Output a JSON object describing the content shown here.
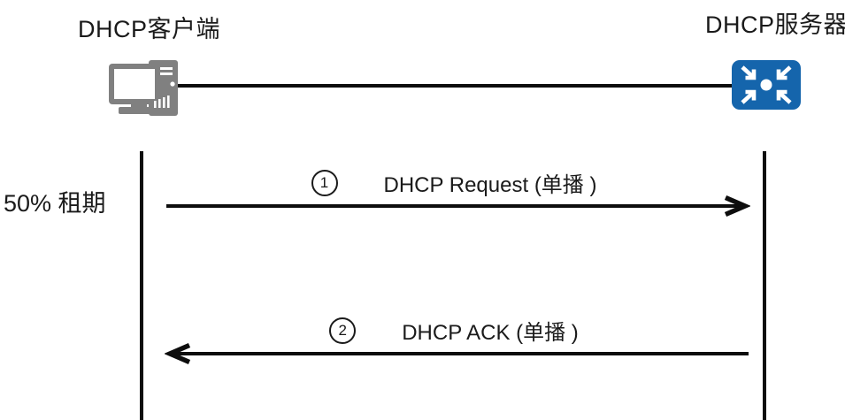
{
  "diagram": {
    "client_label": "DHCP客户端",
    "server_label": "DHCP服务器",
    "side_label": "50% 租期",
    "messages": [
      {
        "step": "1",
        "label": "DHCP Request (单播 )",
        "direction": "client-to-server"
      },
      {
        "step": "2",
        "label": "DHCP ACK (单播 )",
        "direction": "server-to-client"
      }
    ],
    "icons": {
      "client": "desktop-computer-icon",
      "server": "network-switch-icon"
    },
    "colors": {
      "line": "#0d0d0d",
      "text": "#1a1a1a",
      "client_icon_gray": "#808080",
      "server_icon_blue": "#1565ac"
    }
  }
}
